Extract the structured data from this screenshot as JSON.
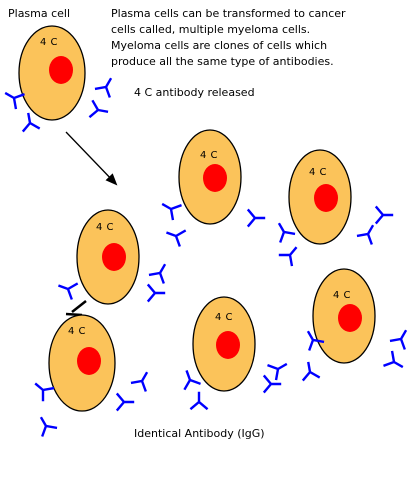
{
  "labels": {
    "plasma_cell": "Plasma cell",
    "description": [
      "Plasma cells can be transformed to cancer",
      "cells called, multiple myeloma cells.",
      "Myeloma cells are clones of cells which",
      " produce all the same type of antibodies."
    ],
    "released": "4 C antibody released",
    "identical": "Identical Antibody (IgG)"
  },
  "cells": [
    {
      "label": "4 C",
      "role": "plasma-cell"
    },
    {
      "label": "4 C",
      "role": "myeloma-cell"
    },
    {
      "label": "4 C",
      "role": "myeloma-cell"
    },
    {
      "label": "4 C",
      "role": "myeloma-cell"
    },
    {
      "label": "4 C",
      "role": "myeloma-cell"
    },
    {
      "label": "4 C",
      "role": "myeloma-cell"
    },
    {
      "label": "4 C",
      "role": "myeloma-cell"
    }
  ],
  "colors": {
    "cell_fill": "#FBC35A",
    "cell_outline": "#000000",
    "nucleus": "#FF0000",
    "antibody": "#0000FF",
    "arrow": "#000000"
  }
}
